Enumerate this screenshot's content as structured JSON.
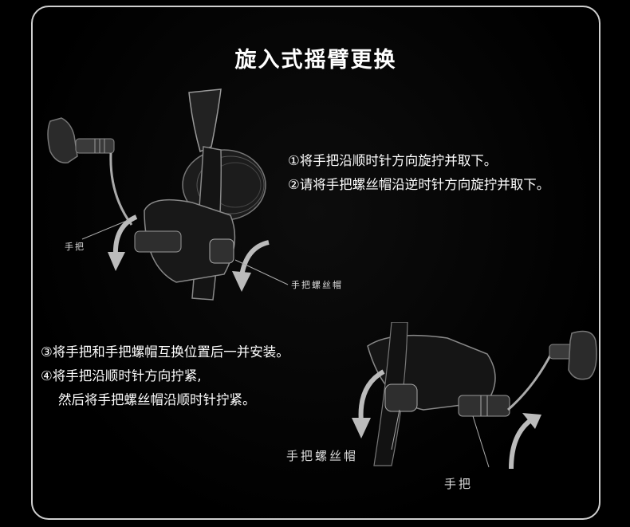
{
  "title": "旋入式摇臂更换",
  "steps_top": [
    "①将手把沿顺时针方向旋拧并取下。",
    "②请将手把螺丝帽沿逆时针方向旋拧并取下。"
  ],
  "steps_bottom": [
    "③将手把和手把螺帽互换位置后一并安装。",
    "④将手把沿顺时针方向拧紧,",
    "然后将手把螺丝帽沿顺时针拧紧。"
  ],
  "diagram_top": {
    "handle_label": "手把",
    "cap_label": "手把螺丝帽"
  },
  "diagram_bottom": {
    "cap_label": "手把螺丝帽",
    "handle_label": "手把"
  },
  "colors": {
    "background": "#000000",
    "border": "#cfcfcf",
    "text": "#ffffff"
  }
}
